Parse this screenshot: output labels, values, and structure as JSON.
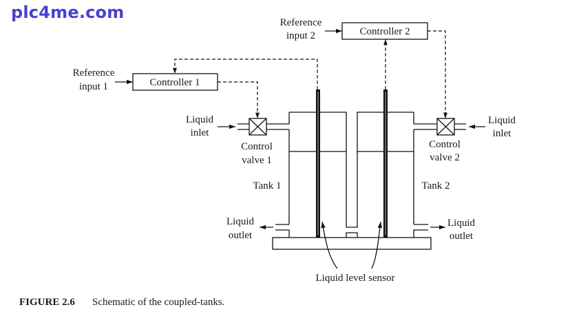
{
  "watermark": "plc4me.com",
  "diagram": {
    "controller1": "Controller 1",
    "controller2": "Controller 2",
    "reference1": [
      "Reference",
      "input 1"
    ],
    "reference2": [
      "Reference",
      "input 2"
    ],
    "inlet1": [
      "Liquid",
      "inlet"
    ],
    "inlet2": [
      "Liquid",
      "inlet"
    ],
    "valve1": [
      "Control",
      "valve 1"
    ],
    "valve2": [
      "Control",
      "valve 2"
    ],
    "tank1": "Tank 1",
    "tank2": "Tank 2",
    "outlet1": [
      "Liquid",
      "outlet"
    ],
    "outlet2": [
      "Liquid",
      "outlet"
    ],
    "sensor": "Liquid level sensor"
  },
  "caption": {
    "number": "FIGURE 2.6",
    "text": "Schematic of the coupled-tanks."
  }
}
